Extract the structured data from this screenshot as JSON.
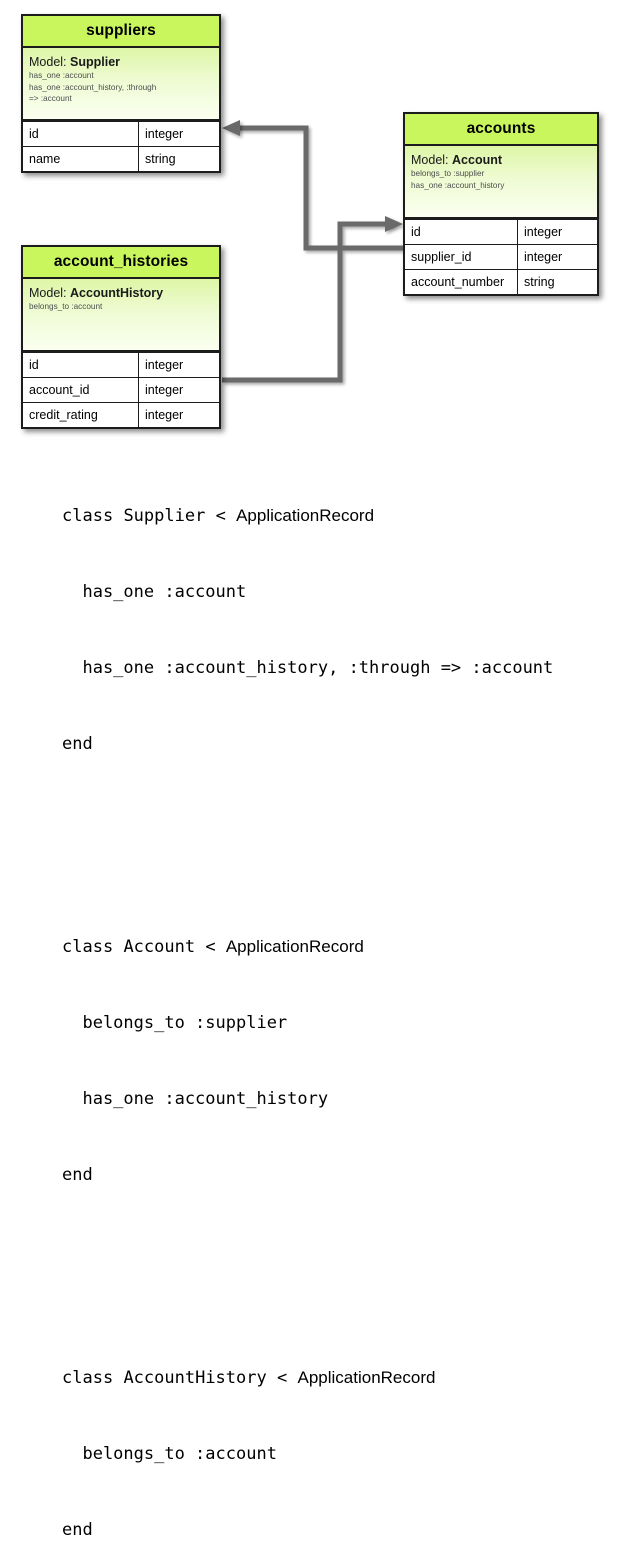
{
  "diagram": {
    "type": "entity-relationship",
    "colors": {
      "header_green": "#c9f65c",
      "model_panel_top": "#ddf6a6",
      "model_panel_bottom": "#fbfff0",
      "border": "#1c1c1c",
      "connector": "#6b6b6b",
      "assoc_text": "#4d4d4d"
    },
    "entities": [
      {
        "table": "suppliers",
        "model_label": "Model:",
        "model_name": "Supplier",
        "associations": [
          "has_one :account",
          "has_one :account_history, :through",
          "=> :account"
        ],
        "attributes": [
          {
            "name": "id",
            "type": "integer"
          },
          {
            "name": "name",
            "type": "string"
          }
        ]
      },
      {
        "table": "accounts",
        "model_label": "Model:",
        "model_name": "Account",
        "associations": [
          "belongs_to :supplier",
          "has_one :account_history"
        ],
        "attributes": [
          {
            "name": "id",
            "type": "integer"
          },
          {
            "name": "supplier_id",
            "type": "integer"
          },
          {
            "name": "account_number",
            "type": "string"
          }
        ]
      },
      {
        "table": "account_histories",
        "model_label": "Model:",
        "model_name": "AccountHistory",
        "associations": [
          "belongs_to :account"
        ],
        "attributes": [
          {
            "name": "id",
            "type": "integer"
          },
          {
            "name": "account_id",
            "type": "integer"
          },
          {
            "name": "credit_rating",
            "type": "integer"
          }
        ]
      }
    ],
    "relationships": [
      {
        "from": "accounts.supplier_id",
        "to": "suppliers.id",
        "arrow": "left"
      },
      {
        "from": "account_histories.account_id",
        "to": "accounts.id",
        "arrow": "right"
      }
    ]
  },
  "code": {
    "classes": [
      {
        "keyword": "class",
        "name": "Supplier",
        "operator": "<",
        "parent": "ApplicationRecord",
        "body": [
          "  has_one :account",
          "  has_one :account_history, :through => :account"
        ],
        "end": "end"
      },
      {
        "keyword": "class",
        "name": "Account",
        "operator": "<",
        "parent": "ApplicationRecord",
        "body": [
          "  belongs_to :supplier",
          "  has_one :account_history"
        ],
        "end": "end"
      },
      {
        "keyword": "class",
        "name": "AccountHistory",
        "operator": "<",
        "parent": "ApplicationRecord",
        "body": [
          "  belongs_to :account"
        ],
        "end": "end"
      }
    ]
  }
}
